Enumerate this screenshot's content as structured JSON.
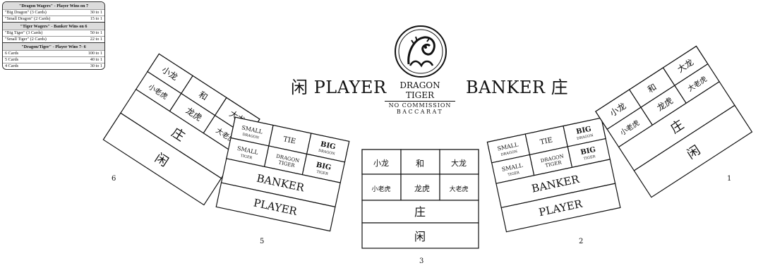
{
  "paytable": {
    "sections": [
      {
        "title": "\"Dragon Wagers\" - Player Wins on 7",
        "rows": [
          {
            "label": "\"Big Dragon\" (3 Cards)",
            "pay": "30 to 1"
          },
          {
            "label": "\"Small Dragon\" (2 Cards)",
            "pay": "15 to 1"
          }
        ]
      },
      {
        "title": "\"Tiger Wagers\" - Banker Wins on 6",
        "rows": [
          {
            "label": "\"Big Tiger\" (3 Cards)",
            "pay": "50 to 1"
          },
          {
            "label": "\"Small Tiger\" (2 Cards)",
            "pay": "22 to 1"
          }
        ]
      },
      {
        "title": "\"Dragon/Tiger\" - Player Wins 7- 6",
        "rows": [
          {
            "label": "6 Cards",
            "pay": "100 to 1"
          },
          {
            "label": "5 Cards",
            "pay": "40 to 1"
          },
          {
            "label": "4 Cards",
            "pay": "30 to 1"
          }
        ]
      }
    ]
  },
  "header": {
    "player_zh": "闲",
    "player": "PLAYER",
    "banker": "BANKER",
    "banker_zh": "庄",
    "logo_line1": "DRAGON TIGER",
    "logo_line2": "NO COMMISSION",
    "logo_line3": "BACCARAT"
  },
  "seats": {
    "seat6": {
      "number": "6",
      "small_dragon": "小龙",
      "tie": "和",
      "big_dragon": "大龙",
      "small_tiger": "小老虎",
      "dragon_tiger": "龙虎",
      "big_tiger": "大老虎",
      "banker": "庄",
      "player": "闲"
    },
    "seat5": {
      "number": "5",
      "small": "SMALL",
      "dragon": "DRAGON",
      "tiger": "TIGER",
      "tie": "TIE",
      "big": "BIG",
      "dragon_tiger_1": "DRAGON",
      "dragon_tiger_2": "TIGER",
      "banker": "BANKER",
      "player": "PLAYER"
    },
    "seat3": {
      "number": "3",
      "small_dragon": "小龙",
      "tie": "和",
      "big_dragon": "大龙",
      "small_tiger": "小老虎",
      "dragon_tiger": "龙虎",
      "big_tiger": "大老虎",
      "banker": "庄",
      "player": "闲"
    },
    "seat2": {
      "number": "2",
      "small": "SMALL",
      "dragon": "DRAGON",
      "tiger": "TIGER",
      "tie": "TIE",
      "big": "BIG",
      "dragon_tiger_1": "DRAGON",
      "dragon_tiger_2": "TIGER",
      "banker": "BANKER",
      "player": "PLAYER"
    },
    "seat1": {
      "number": "1",
      "small_dragon": "小龙",
      "tie": "和",
      "big_dragon": "大龙",
      "small_tiger": "小老虎",
      "dragon_tiger": "龙虎",
      "big_tiger": "大老虎",
      "banker": "庄",
      "player": "闲"
    }
  }
}
